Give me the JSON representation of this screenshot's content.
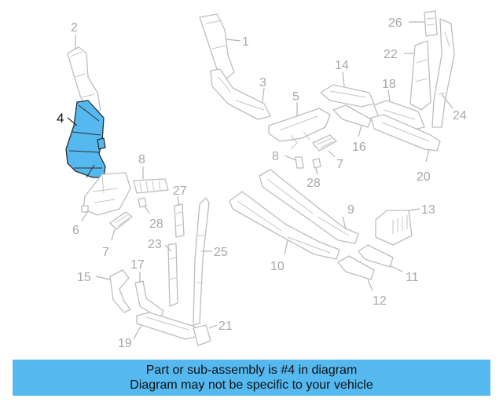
{
  "callouts": {
    "c1": "1",
    "c2": "2",
    "c3": "3",
    "c4": "4",
    "c5": "5",
    "c6": "6",
    "c7a": "7",
    "c7b": "7",
    "c8a": "8",
    "c8b": "8",
    "c9": "9",
    "c10": "10",
    "c11": "11",
    "c12": "12",
    "c13": "13",
    "c14": "14",
    "c15": "15",
    "c16": "16",
    "c17": "17",
    "c18": "18",
    "c19": "19",
    "c20": "20",
    "c21": "21",
    "c22": "22",
    "c23": "23",
    "c24": "24",
    "c25": "25",
    "c26": "26",
    "c27": "27",
    "c28a": "28",
    "c28b": "28"
  },
  "highlight_color": "#55b9f0",
  "banner": {
    "line1": "Part or sub-assembly is #4 in diagram",
    "line2": "Diagram may not be specific to your vehicle"
  }
}
